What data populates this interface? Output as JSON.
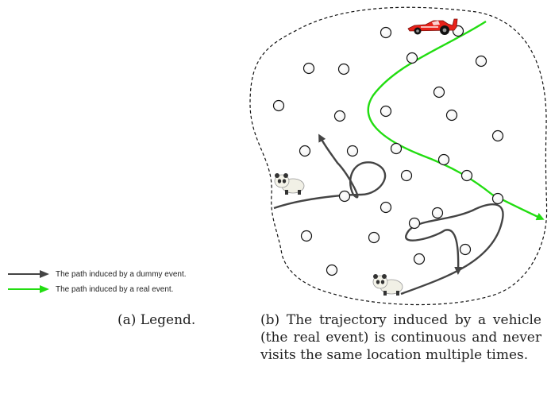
{
  "legend": {
    "dummy_label": "The path induced by a dummy event.",
    "real_label": "The path induced by a real event.",
    "dummy_color": "#444444",
    "real_color": "#22dd11"
  },
  "captions": {
    "a": "(a) Legend.",
    "b": "(b) The trajectory induced by a vehicle (the real event) is continuous and never visits the same location multiple times."
  },
  "icons": {
    "vehicle": "race-car-icon",
    "animal": "panda-icon"
  }
}
